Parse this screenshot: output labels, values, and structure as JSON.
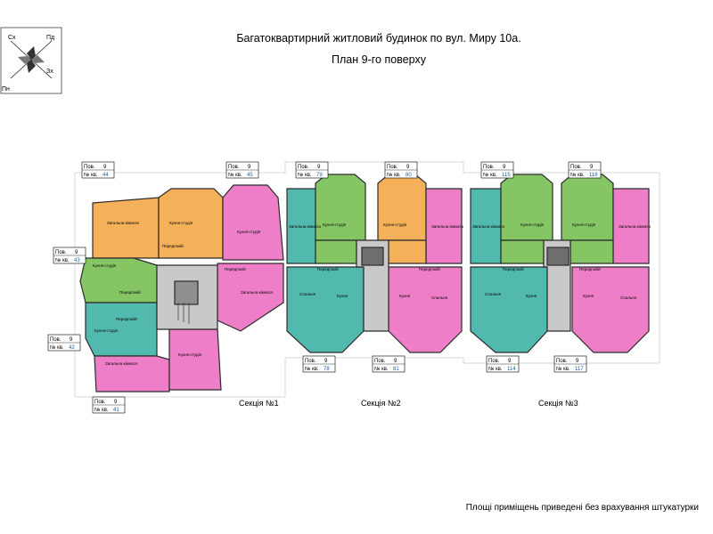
{
  "title": "Багатоквартирний житловий будинок по вул. Миру 10а.",
  "subtitle": "План 9-го поверху",
  "footnote": "Площі приміщень приведені без врахування штукатурки",
  "compass": {
    "nw": "Сх",
    "ne": "Пд",
    "e": "Зх",
    "sw": "Пн"
  },
  "sections": [
    "Секція №1",
    "Секція №2",
    "Секція №3"
  ],
  "tag_labels": {
    "floor": "Пов.",
    "apt": "№ кв."
  },
  "tags": [
    {
      "floor": "9",
      "apt": "44"
    },
    {
      "floor": "9",
      "apt": "45"
    },
    {
      "floor": "9",
      "apt": "79"
    },
    {
      "floor": "9",
      "apt": "80"
    },
    {
      "floor": "9",
      "apt": "115"
    },
    {
      "floor": "9",
      "apt": "116"
    },
    {
      "floor": "9",
      "apt": "43"
    },
    {
      "floor": "9",
      "apt": "42"
    },
    {
      "floor": "9",
      "apt": "41"
    },
    {
      "floor": "9",
      "apt": "78"
    },
    {
      "floor": "9",
      "apt": "81"
    },
    {
      "floor": "9",
      "apt": "114"
    },
    {
      "floor": "9",
      "apt": "117"
    }
  ],
  "rooms": {
    "living": "Загальна кімната",
    "kitchen_studio": "Кухня-студія",
    "hall": "Передпокій",
    "bedroom": "Спальня",
    "kitchen": "Кухня"
  },
  "colors": {
    "green": "#86c564",
    "orange": "#f4b15a",
    "pink": "#ef7ec8",
    "teal": "#52b9ae",
    "common": "#c9c9c9",
    "wall": "#2b2b2b"
  }
}
